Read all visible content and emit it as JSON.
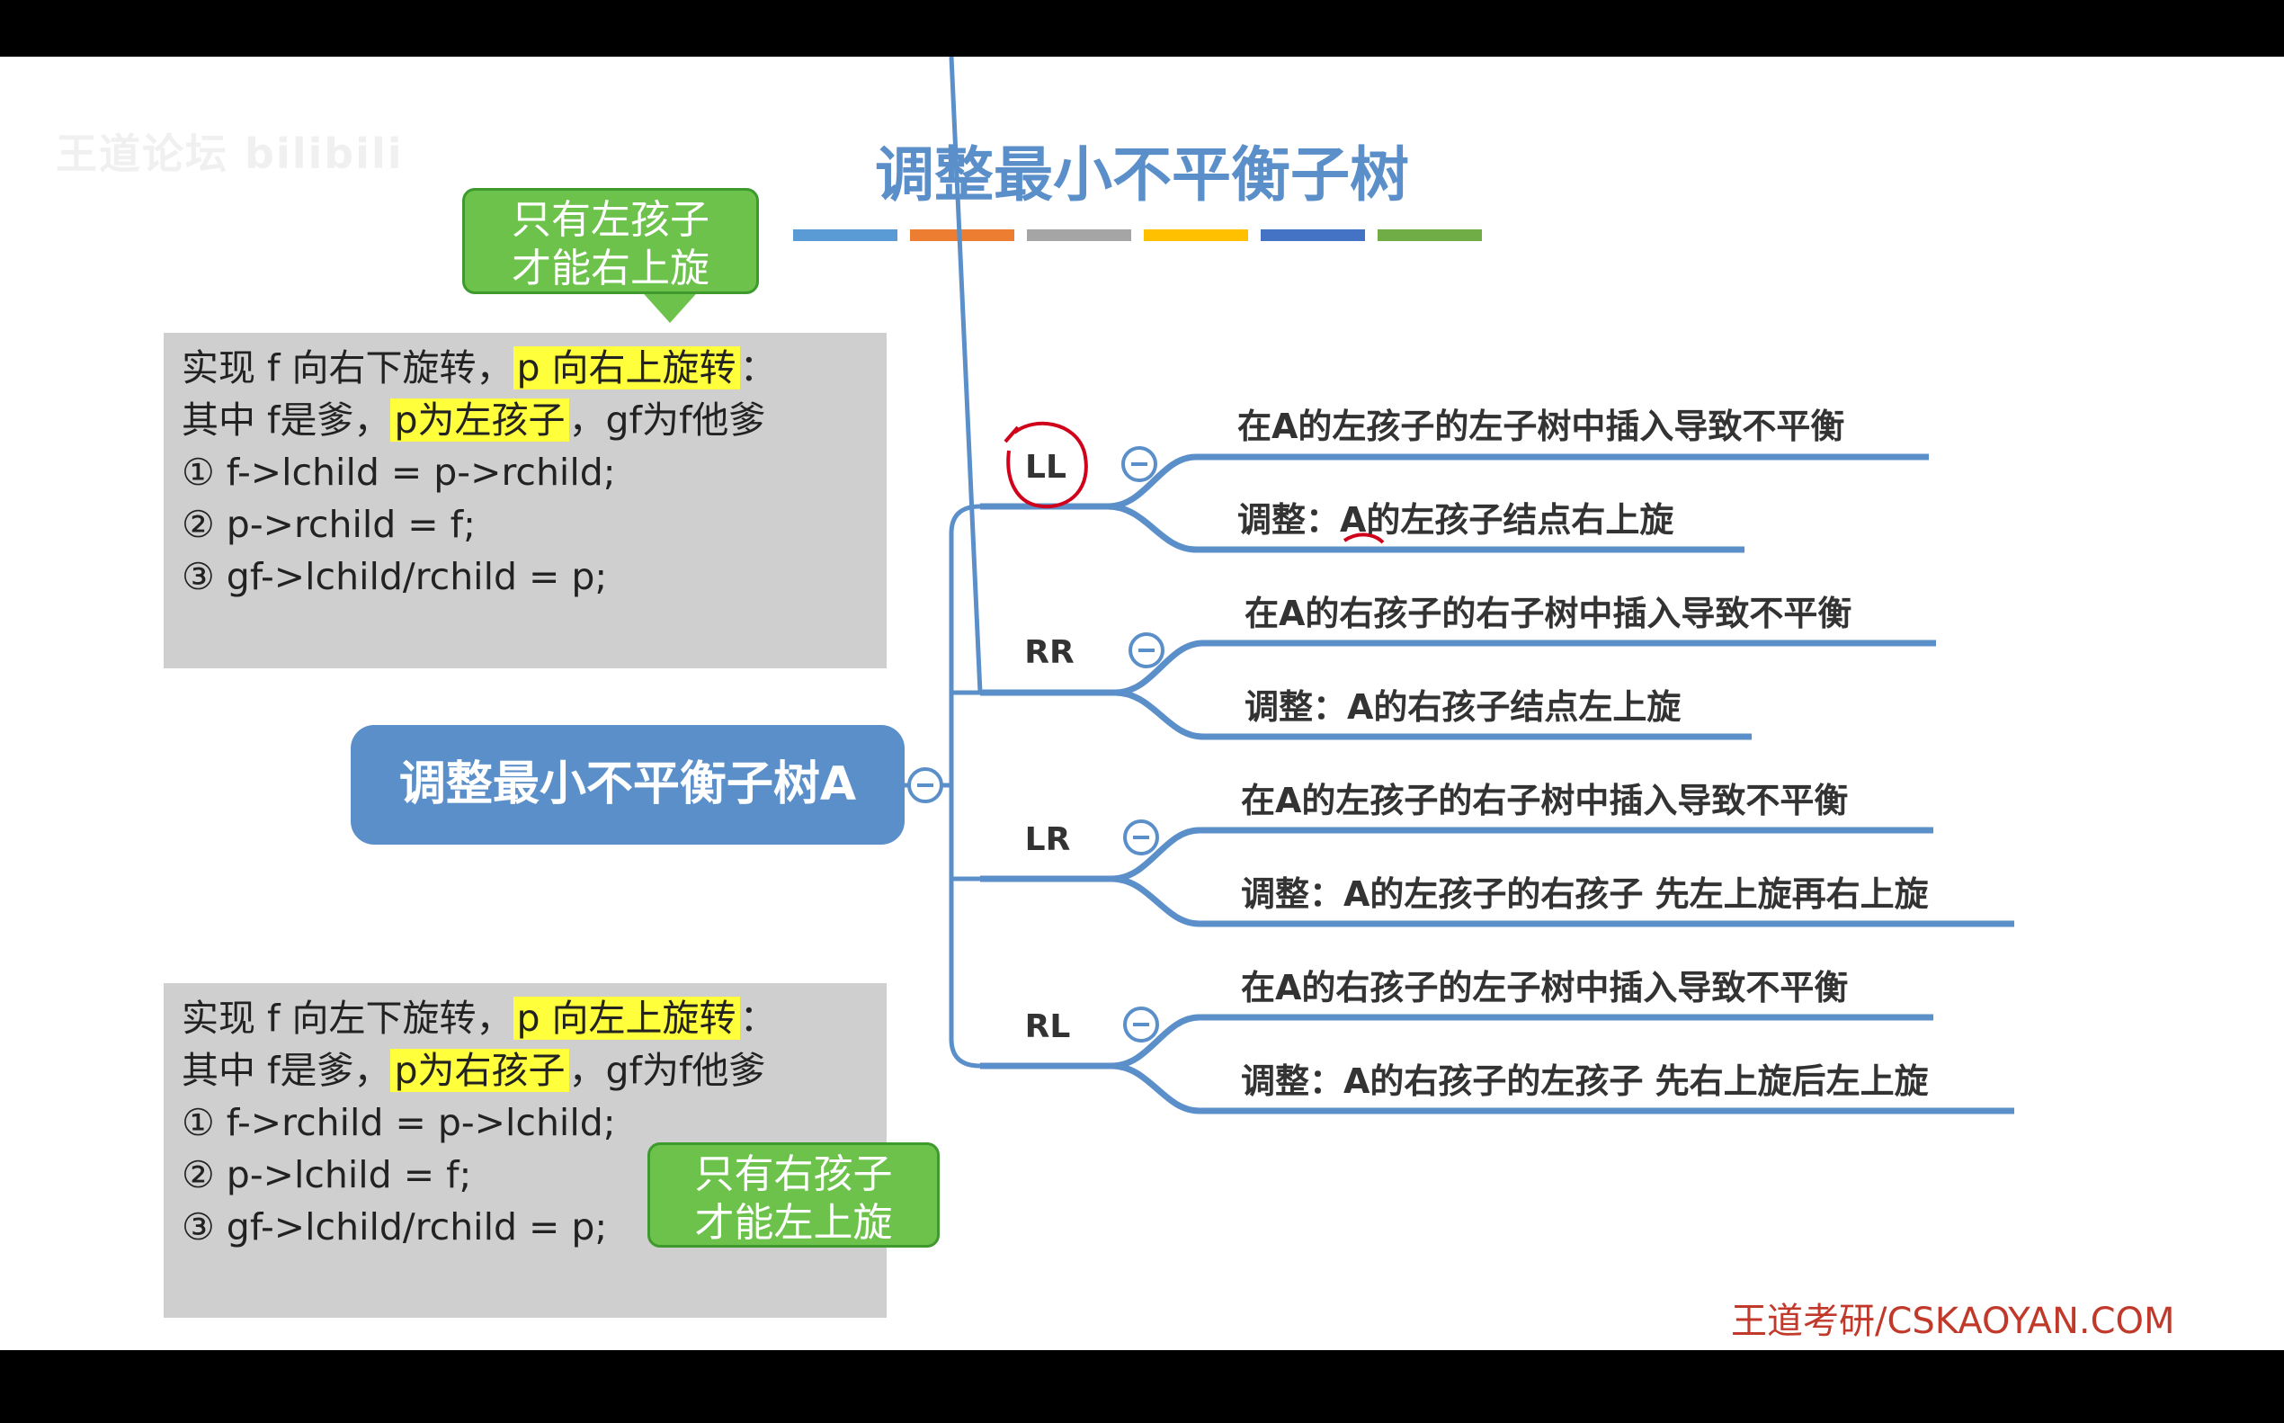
{
  "watermark": "王道论坛 bilibili",
  "title": "调整最小不平衡子树",
  "colors": {
    "stripes": [
      "#5b9bd5",
      "#ed7d31",
      "#a5a5a5",
      "#ffc000",
      "#4472c4",
      "#70ad47"
    ],
    "root_fill": "#5b8fc9",
    "connector": "#5b8fc9",
    "highlight": "#ffff3b",
    "callout_fill": "#6cc24a",
    "annotation": "#d0021b"
  },
  "box_right_rotate": {
    "line1_a": "实现 f 向右下旋转，",
    "line1_hl": "p 向右上旋转",
    "line1_b": "：",
    "line2_a": "其中 f是爹，",
    "line2_hl": "p为左孩子",
    "line2_b": "，gf为f他爹",
    "step1": "① f->lchild = p->rchild;",
    "step2": "② p->rchild = f;",
    "step3": "③ gf->lchild/rchild = p;"
  },
  "callout_left_only": {
    "line1": "只有左孩子",
    "line2": "才能右上旋"
  },
  "box_left_rotate": {
    "line1_a": "实现 f 向左下旋转，",
    "line1_hl": "p 向左上旋转",
    "line1_b": "：",
    "line2_a": "其中 f是爹，",
    "line2_hl": "p为右孩子",
    "line2_b": "，gf为f他爹",
    "step1": "① f->rchild = p->lchild;",
    "step2": "② p->lchild = f;",
    "step3": "③ gf->lchild/rchild = p;"
  },
  "callout_right_only": {
    "line1": "只有右孩子",
    "line2": "才能左上旋"
  },
  "root": {
    "label": "调整最小不平衡子树A"
  },
  "branches": [
    {
      "label": "LL",
      "cause": "在A的左孩子的左子树中插入导致不平衡",
      "fix": "调整：A的左孩子结点右上旋"
    },
    {
      "label": "RR",
      "cause": "在A的右孩子的右子树中插入导致不平衡",
      "fix": "调整：A的右孩子结点左上旋"
    },
    {
      "label": "LR",
      "cause": "在A的左孩子的右子树中插入导致不平衡",
      "fix": "调整：A的左孩子的右孩子 先左上旋再右上旋"
    },
    {
      "label": "RL",
      "cause": "在A的右孩子的左子树中插入导致不平衡",
      "fix": "调整：A的右孩子的左孩子 先右上旋后左上旋"
    }
  ],
  "footer": "王道考研/CSKAOYAN.COM"
}
